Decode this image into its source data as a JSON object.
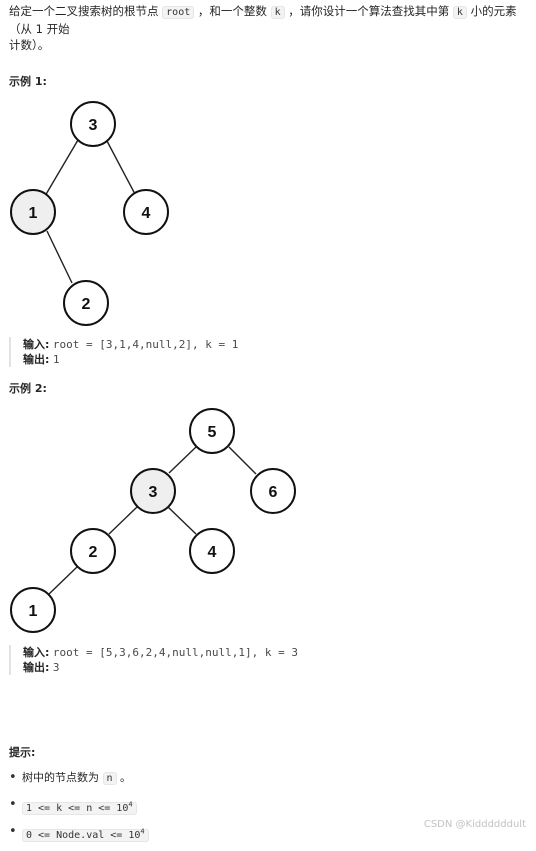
{
  "intro": {
    "part1": "给定一个二叉搜索树的根节点 ",
    "code_root": "root",
    "part2": " ，和一个整数 ",
    "code_k": "k",
    "part3": " ，请你设计一个算法查找其中第 ",
    "code_k2": "k",
    "part4": " 小的元素（从 1 开始",
    "line2": "计数）。"
  },
  "example1": {
    "title": "示例 1:",
    "nodes": [
      {
        "label": "3",
        "highlight": false
      },
      {
        "label": "1",
        "highlight": true
      },
      {
        "label": "4",
        "highlight": false
      },
      {
        "label": "2",
        "highlight": false
      }
    ],
    "input_label": "输入:",
    "input_value": "root = [3,1,4,null,2], k = 1",
    "output_label": "输出:",
    "output_value": "1"
  },
  "example2": {
    "title": "示例 2:",
    "nodes": [
      {
        "label": "5",
        "highlight": false
      },
      {
        "label": "3",
        "highlight": true
      },
      {
        "label": "6",
        "highlight": false
      },
      {
        "label": "2",
        "highlight": false
      },
      {
        "label": "4",
        "highlight": false
      },
      {
        "label": "1",
        "highlight": false
      }
    ],
    "input_label": "输入:",
    "input_value": "root = [5,3,6,2,4,null,null,1], k = 3",
    "output_label": "输出:",
    "output_value": "3"
  },
  "hints": {
    "title": "提示:",
    "item1_text": "树中的节点数为 ",
    "item1_code": "n",
    "item1_end": " 。",
    "item2_code": "1 <= k <= n <= 10",
    "item2_sup": "4",
    "item3_code": "0 <= Node.val <= 10",
    "item3_sup": "4"
  },
  "watermark": "CSDN @Kiddddddult",
  "colors": {
    "highlight_fill": "#eeeeee",
    "node_fill": "#ffffff"
  }
}
